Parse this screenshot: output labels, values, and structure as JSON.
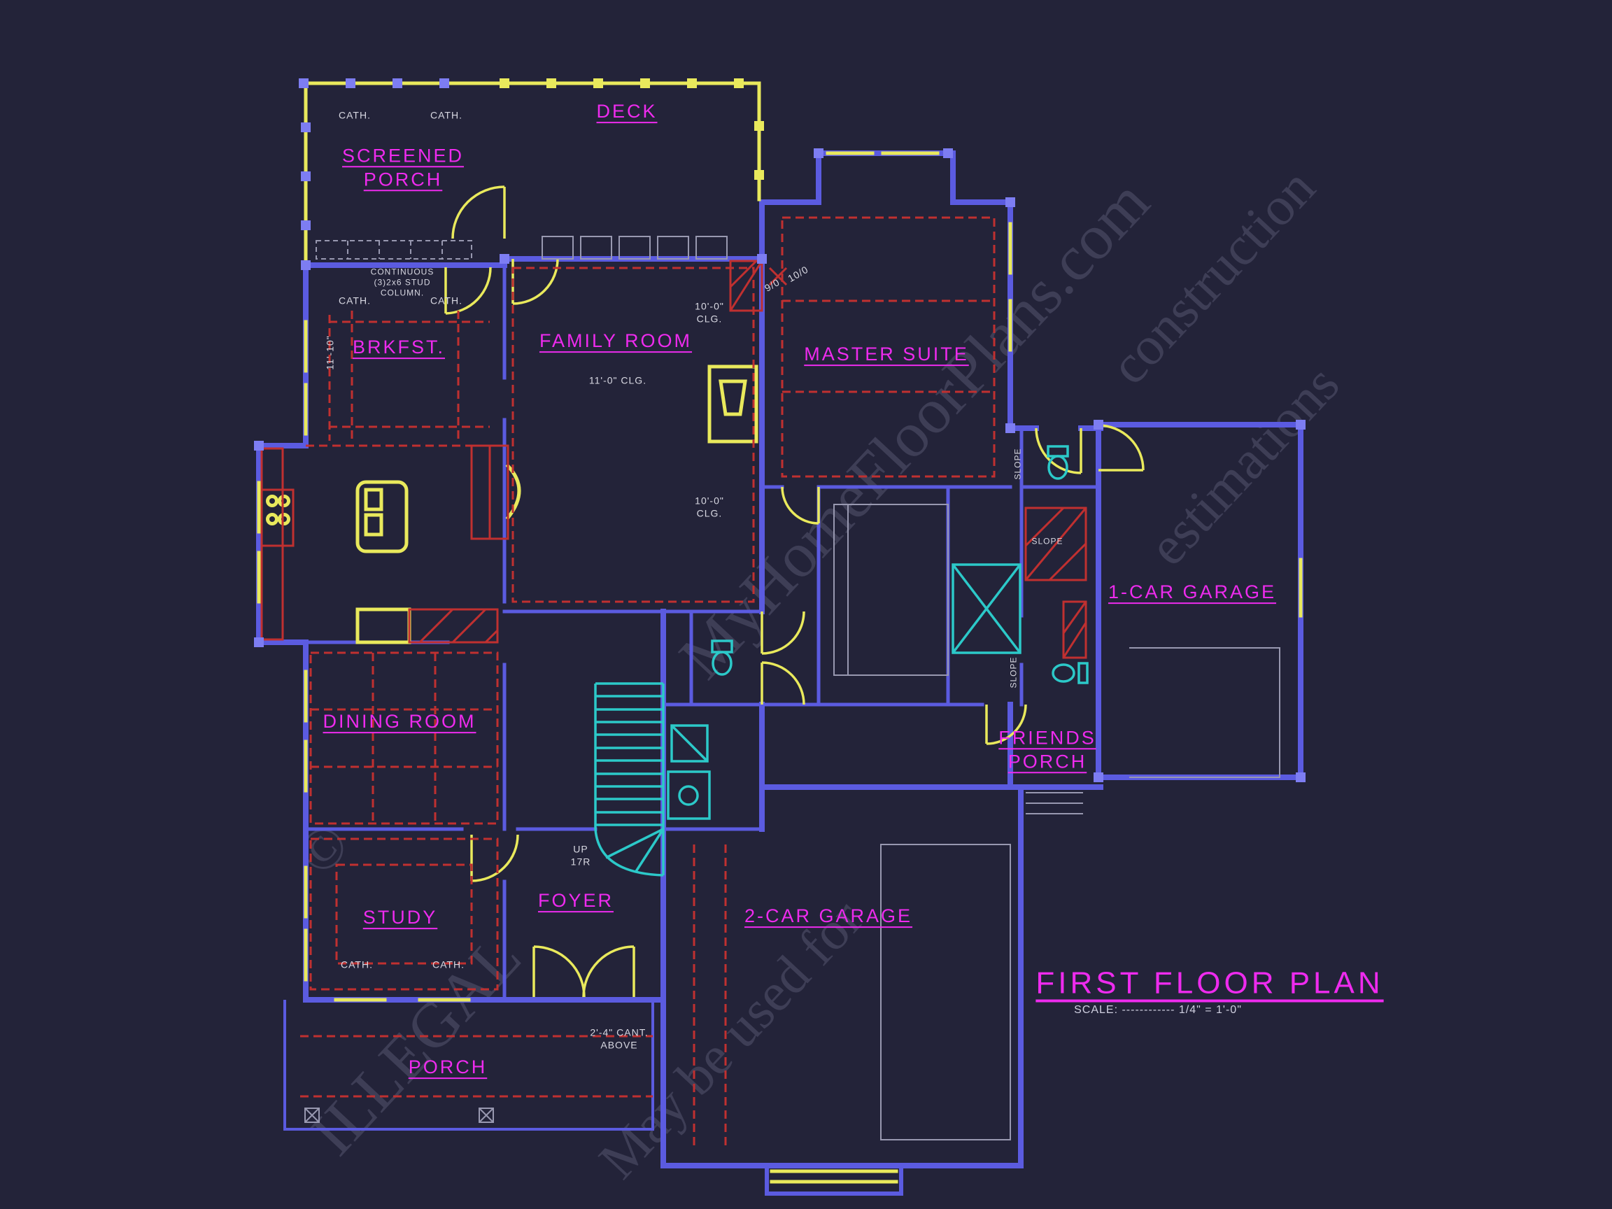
{
  "page": {
    "background": "#232339"
  },
  "title_block": {
    "title": "FIRST FLOOR PLAN",
    "scale": "SCALE: ------------ 1/4\" = 1'-0\""
  },
  "rooms": {
    "deck": "DECK",
    "screened_porch": "SCREENED\nPORCH",
    "brkfst": "BRKFST.",
    "family_room": "FAMILY ROOM",
    "master_suite": "MASTER SUITE",
    "dining_room": "DINING ROOM",
    "one_car_garage": "1-CAR GARAGE",
    "friends_porch": "FRIENDS\nPORCH",
    "foyer": "FOYER",
    "study": "STUDY",
    "two_car_garage": "2-CAR GARAGE",
    "porch": "PORCH"
  },
  "annotations": {
    "cath": [
      "CATH.",
      "CATH.",
      "CATH.",
      "CATH.",
      "CATH.",
      "CATH."
    ],
    "continuous_column": "CONTINUOUS\n(3)2x6 STUD\nCOLUMN.",
    "clg_10_upper": "10'-0\"\nCLG.",
    "clg_11": "11'-0\" CLG.",
    "clg_10_lower": "10'-0\"\nCLG.",
    "dim_11_10": "11'-10\"",
    "door_9_0": "9/0",
    "door_10_0": "10/0",
    "slope_1": "SLOPE",
    "slope_2": "SLOPE",
    "slope_3": "SLOPE",
    "up_17r": "UP\n17R",
    "cant_above": "2'-4\" CANT.\nABOVE"
  },
  "watermark": {
    "copyright": "©",
    "site": "MyHomeFloorPlans.com",
    "illegal": "ILLEGAL",
    "line_may": "May be used for",
    "line_construction": "construction",
    "line_estimations": "estimations"
  },
  "colors": {
    "walls": "#5b5be0",
    "windows": "#e9e95c",
    "details": "#c03030",
    "fixtures": "#2cc9c9",
    "labels": "#ee2bee",
    "notes": "#d8d8e2"
  }
}
